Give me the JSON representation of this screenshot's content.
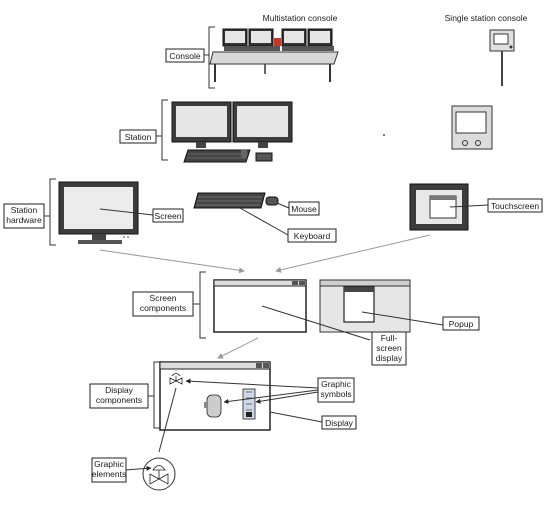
{
  "headers": {
    "multistation": "Multistation console",
    "single_station": "Single station console"
  },
  "labels": {
    "console": "Console",
    "station": "Station",
    "station_hardware": [
      "Station",
      "hardware"
    ],
    "screen": "Screen",
    "mouse": "Mouse",
    "keyboard": "Keyboard",
    "touchscreen": "Touchscreen",
    "screen_components": [
      "Screen",
      "components"
    ],
    "full_screen_display": [
      "Full-",
      "screen",
      "display"
    ],
    "popup": "Popup",
    "display_components": [
      "Display",
      "components"
    ],
    "graphic_symbols": [
      "Graphic",
      "symbols"
    ],
    "display": "Display",
    "graphic_elements": [
      "Graphic",
      "elements"
    ]
  }
}
